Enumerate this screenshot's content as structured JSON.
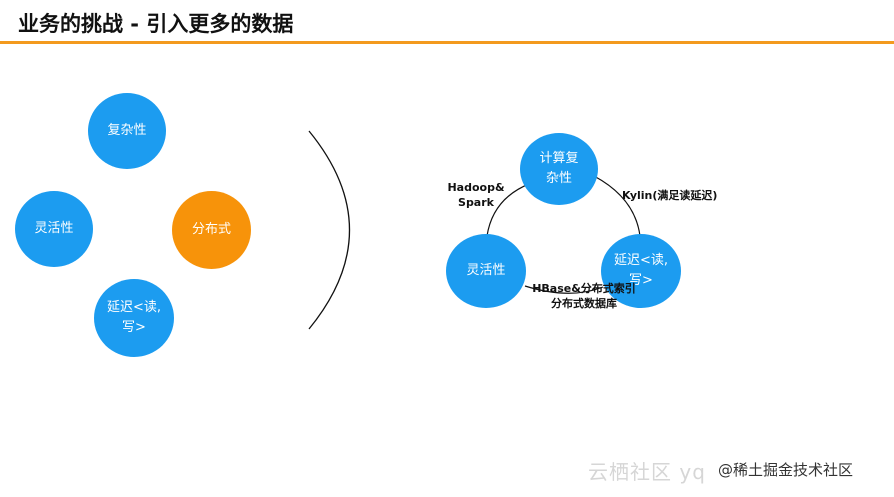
{
  "header": {
    "title": "业务的挑战 - 引入更多的数据"
  },
  "left": {
    "complexity": "复杂性",
    "flexibility": "灵活性",
    "distributed": "分布式",
    "latency": "延迟<读,\n写>"
  },
  "right": {
    "compute_complexity": "计算复\n杂性",
    "flexibility": "灵活性",
    "latency": "延迟<读,\n写>",
    "hadoop_spark": "Hadoop&\nSpark",
    "kylin": "Kylin(满足读延迟)",
    "hbase": "HBase&分布式索引\n分布式数据库"
  },
  "footer": {
    "watermark": "云栖社区 yq",
    "credit": "@稀土掘金技术社区"
  },
  "colors": {
    "accent": "#f39a1e",
    "blue": "#1c9cf0",
    "orange": "#f7930a"
  }
}
